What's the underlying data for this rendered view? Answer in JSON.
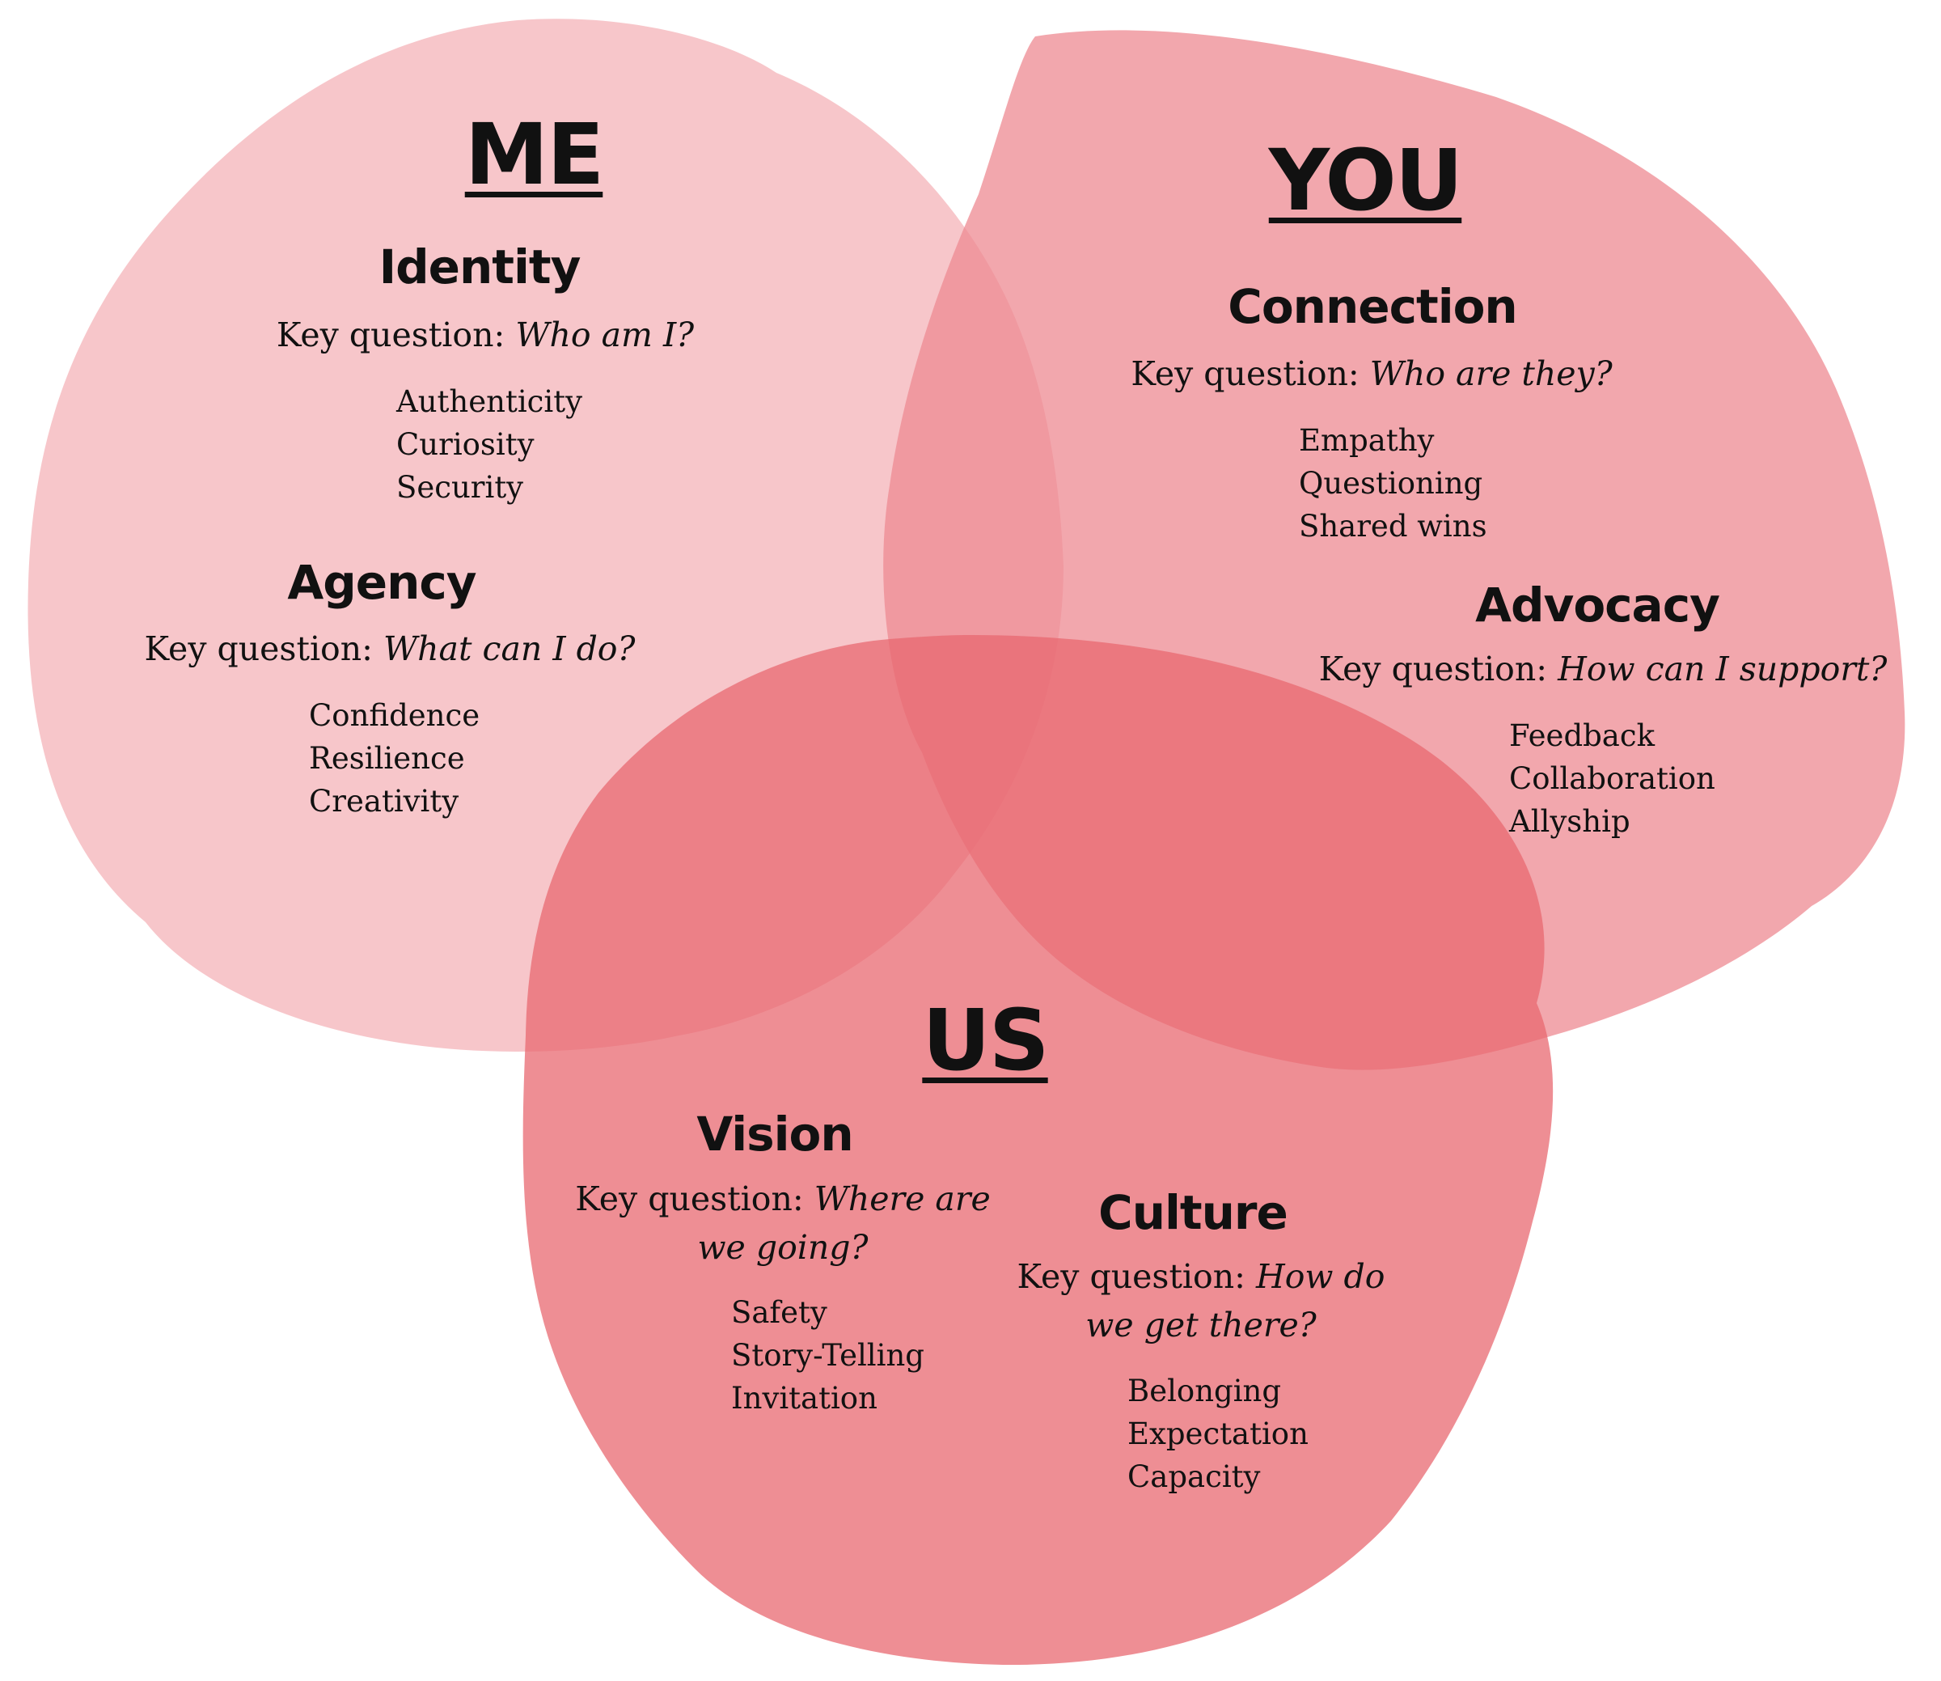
{
  "colors": {
    "background": "#ffffff",
    "me_fill": "#f4b3b8",
    "you_fill": "#ee8a91",
    "us_fill": "#e86870",
    "text": "#111111"
  },
  "me": {
    "title": "ME",
    "identity": {
      "heading": "Identity",
      "question_prefix": "Key question: ",
      "question": "Who am I?",
      "items": [
        "Authenticity",
        "Curiosity",
        "Security"
      ]
    },
    "agency": {
      "heading": "Agency",
      "question_prefix": "Key question: ",
      "question": "What can I do?",
      "items": [
        "Confidence",
        "Resilience",
        "Creativity"
      ]
    }
  },
  "you": {
    "title": "YOU",
    "connection": {
      "heading": "Connection",
      "question_prefix": "Key question: ",
      "question": "Who are they?",
      "items": [
        "Empathy",
        "Questioning",
        "Shared wins"
      ]
    },
    "advocacy": {
      "heading": "Advocacy",
      "question_prefix": "Key question: ",
      "question": "How can I support?",
      "items": [
        "Feedback",
        "Collaboration",
        "Allyship"
      ]
    }
  },
  "us": {
    "title": "US",
    "vision": {
      "heading": "Vision",
      "question_prefix": "Key question: ",
      "question_line1": "Where are",
      "question_line2": "we going?",
      "items": [
        "Safety",
        "Story-Telling",
        "Invitation"
      ]
    },
    "culture": {
      "heading": "Culture",
      "question_prefix": "Key question: ",
      "question_line1": "How do",
      "question_line2": "we get there?",
      "items": [
        "Belonging",
        "Expectation",
        "Capacity"
      ]
    }
  }
}
